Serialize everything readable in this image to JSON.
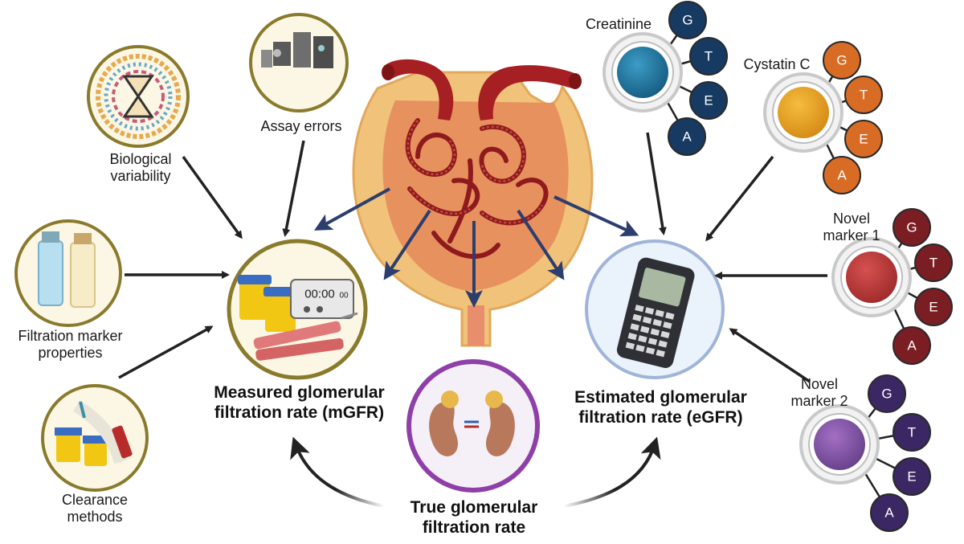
{
  "labels": {
    "assay_errors": "Assay errors",
    "biological_variability": [
      "Biological",
      "variability"
    ],
    "filtration_marker_properties": [
      "Filtration marker",
      "properties"
    ],
    "clearance_methods": [
      "Clearance",
      "methods"
    ],
    "mgfr": [
      "Measured glomerular",
      "filtration rate (mGFR)"
    ],
    "egfr": [
      "Estimated glomerular",
      "filtration rate (eGFR)"
    ],
    "true_gfr": [
      "True glomerular",
      "filtration rate"
    ]
  },
  "timer_display": "00:00",
  "timer_small": "00",
  "markers": [
    {
      "name": "Creatinine",
      "color": "#1e6a8f",
      "dark": "#173a63",
      "letters": [
        "G",
        "T",
        "E",
        "A"
      ]
    },
    {
      "name": "Cystatin C",
      "color": "#e39a1d",
      "dark": "#d96c25",
      "letters": [
        "G",
        "T",
        "E",
        "A"
      ]
    },
    {
      "name": [
        "Novel",
        "marker 1"
      ],
      "color": "#b53a3a",
      "dark": "#7b1e24",
      "letters": [
        "G",
        "T",
        "E",
        "A"
      ]
    },
    {
      "name": [
        "Novel",
        "marker 2"
      ],
      "color": "#7d4f9a",
      "dark": "#3b2763",
      "letters": [
        "G",
        "T",
        "E",
        "A"
      ]
    }
  ],
  "colors": {
    "arrow_dark": "#222222",
    "arrow_blue": "#2c3e6e",
    "mgfr_ring": "#8a7a2c",
    "egfr_ring": "#9fb4d8",
    "truegfr_ring": "#8e3fa8",
    "kidney_tissue": "#f0c27a",
    "vessel_red": "#a61f22"
  }
}
